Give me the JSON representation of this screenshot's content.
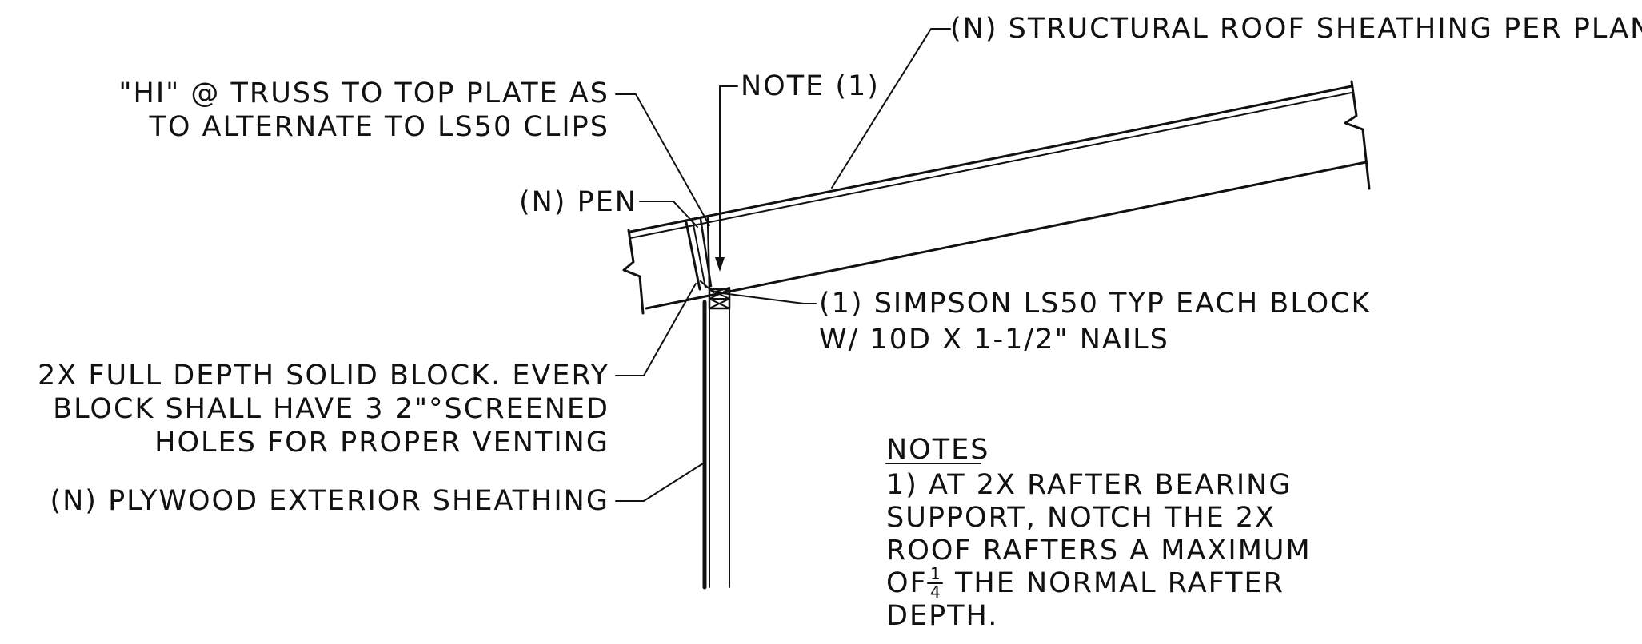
{
  "labels": {
    "roof_sheathing": "(N) STRUCTURAL ROOF SHEATHING PER PLAN",
    "hi_line1": "\"HI\" @ TRUSS TO TOP PLATE AS",
    "hi_line2": "TO ALTERNATE TO LS50 CLIPS",
    "note_ref": "NOTE (1)",
    "pen": "(N) PEN",
    "simpson_line1": "(1) SIMPSON LS50 TYP EACH BLOCK",
    "simpson_line2": "W/ 10D X 1-1/2\" NAILS",
    "block_line1": "2X FULL DEPTH SOLID BLOCK.  EVERY",
    "block_line2": "BLOCK SHALL HAVE 3 2\"°SCREENED",
    "block_line3": "HOLES FOR PROPER VENTING",
    "plywood": "(N) PLYWOOD EXTERIOR SHEATHING"
  },
  "notes": {
    "heading": "NOTES",
    "line1": "1) AT 2X RAFTER BEARING",
    "line2": "SUPPORT, NOTCH THE 2X",
    "line3": "ROOF RAFTERS A MAXIMUM",
    "line4_prefix": "OF",
    "fraction_num": "1",
    "fraction_den": "4",
    "line4_suffix": "THE NORMAL RAFTER",
    "line5": "DEPTH."
  }
}
